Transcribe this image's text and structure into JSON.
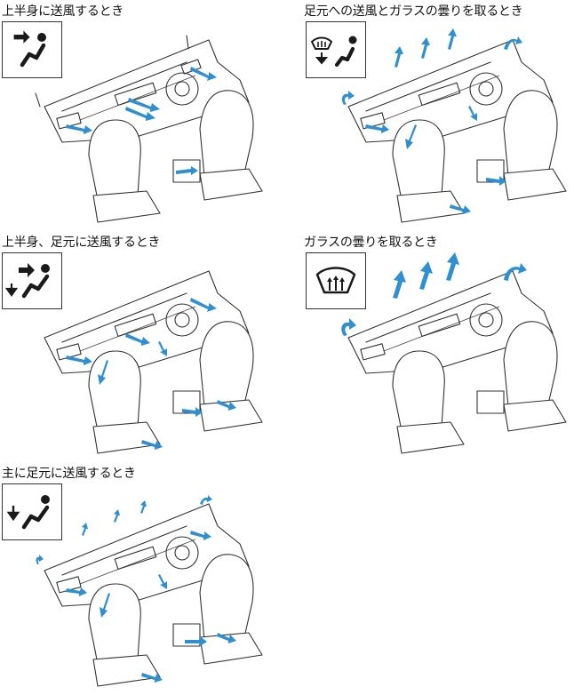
{
  "modes": [
    {
      "id": "upper_body",
      "title": "上半身に送風するとき",
      "icon": "upper-body-airflow-icon",
      "arrows": [
        "center-vent",
        "side-vent-left",
        "side-vent-right",
        "rear-console"
      ]
    },
    {
      "id": "feet_defrost",
      "title": "足元への送風とガラスの曇りを取るとき",
      "icon": "defrost-and-feet-icon",
      "arrows": [
        "windshield",
        "side-window",
        "floor-front",
        "floor-rear",
        "side-vent-left",
        "side-vent-right"
      ]
    },
    {
      "id": "upper_and_feet",
      "title": "上半身、足元に送風するとき",
      "icon": "upper-and-feet-airflow-icon",
      "arrows": [
        "center-vent",
        "side-vent-left",
        "side-vent-right",
        "floor-front",
        "floor-rear",
        "rear-console"
      ]
    },
    {
      "id": "defrost",
      "title": "ガラスの曇りを取るとき",
      "icon": "windshield-defrost-icon",
      "arrows": [
        "windshield",
        "side-window"
      ]
    },
    {
      "id": "mainly_feet",
      "title": "主に足元に送風するとき",
      "icon": "feet-airflow-icon",
      "arrows": [
        "windshield-light",
        "side-window",
        "floor-front",
        "floor-rear",
        "side-vent-left",
        "side-vent-right"
      ]
    }
  ],
  "colors": {
    "airflow_arrow": "#2f8fd0",
    "line": "#333333"
  }
}
